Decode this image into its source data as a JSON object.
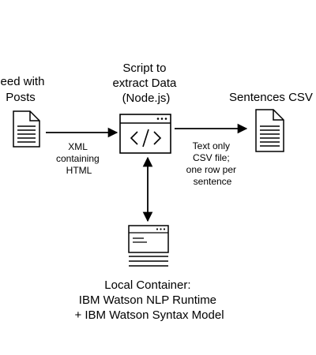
{
  "nodes": {
    "feed": {
      "lines": [
        "Feed with",
        "Posts"
      ]
    },
    "script": {
      "lines": [
        "Script to",
        "extract Data",
        "(Node.js)"
      ]
    },
    "output": {
      "lines": [
        "Sentences CSV"
      ]
    },
    "container": {
      "lines": [
        "Local Container:",
        "IBM Watson NLP Runtime",
        "+ IBM Watson Syntax Model"
      ]
    }
  },
  "edges": {
    "feed_to_script": {
      "lines": [
        "XML",
        "containing",
        "HTML"
      ]
    },
    "script_to_output": {
      "lines": [
        "Text only",
        "CSV file;",
        "one row per",
        "sentence"
      ]
    }
  },
  "icons": {
    "feed": "document-icon",
    "script": "code-window-icon",
    "output": "document-icon",
    "container": "container-window-icon"
  }
}
